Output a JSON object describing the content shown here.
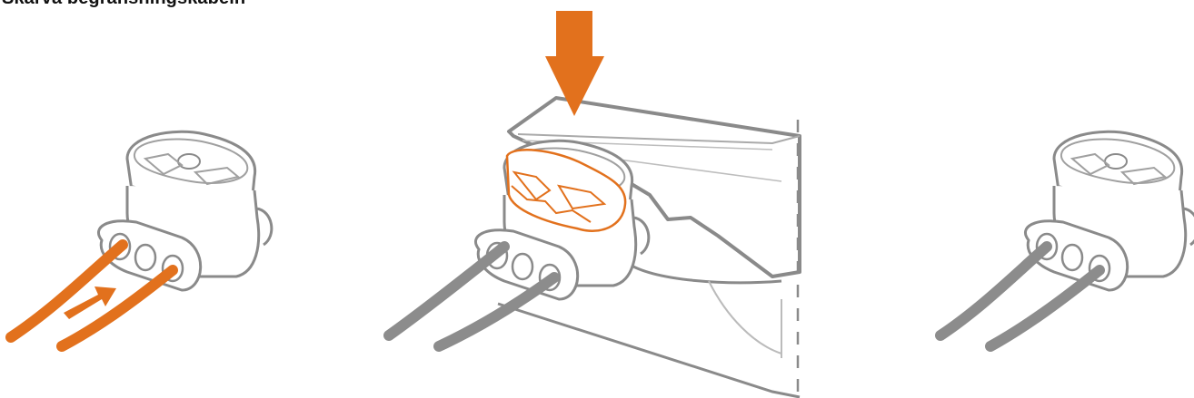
{
  "header": {
    "title": "Skarva begränsningskabeln"
  },
  "steps": [
    {
      "id": "insert-wires",
      "icon": "connector-with-wires-icon",
      "action": "insert",
      "wire_color": "#E2711D"
    },
    {
      "id": "press-pliers",
      "icon": "pliers-press-icon",
      "action": "press",
      "highlight_color": "#E2711D"
    },
    {
      "id": "done",
      "icon": "connector-finished-icon",
      "action": "done",
      "wire_color": "#8C8C8C"
    }
  ],
  "colors": {
    "accent": "#E2711D",
    "outline": "#8A8A8A",
    "cable": "#8C8C8C",
    "title": "#111111"
  }
}
